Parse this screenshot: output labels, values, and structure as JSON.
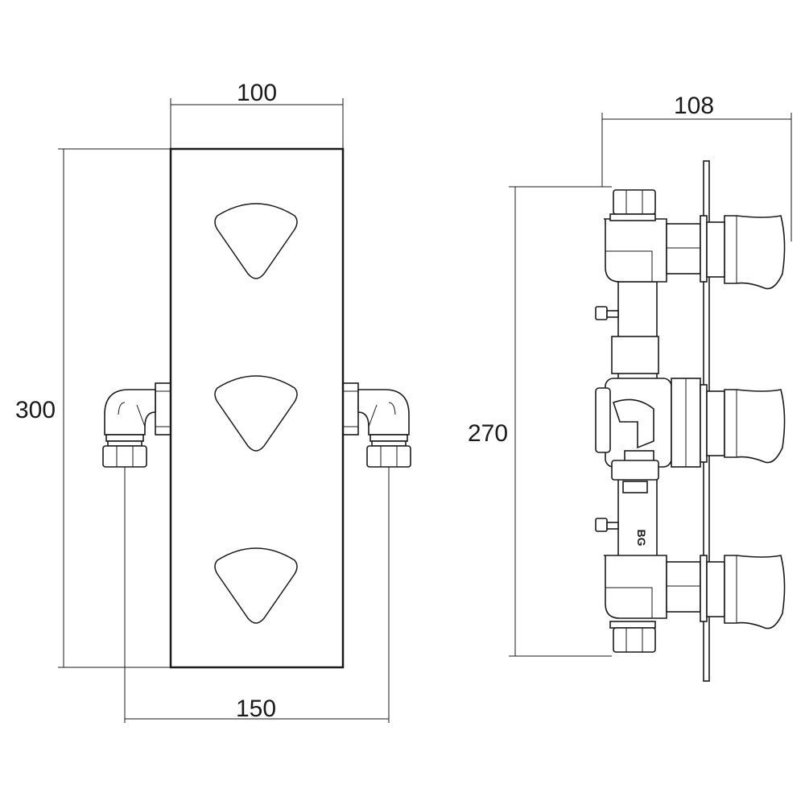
{
  "dimensions": {
    "front_width": "100",
    "front_height": "300",
    "inlet_centres": "150",
    "side_depth": "108",
    "side_height": "270"
  },
  "brand_mark": "BG",
  "controls": {
    "count": 3,
    "handle_shape": "rounded-triangle"
  }
}
